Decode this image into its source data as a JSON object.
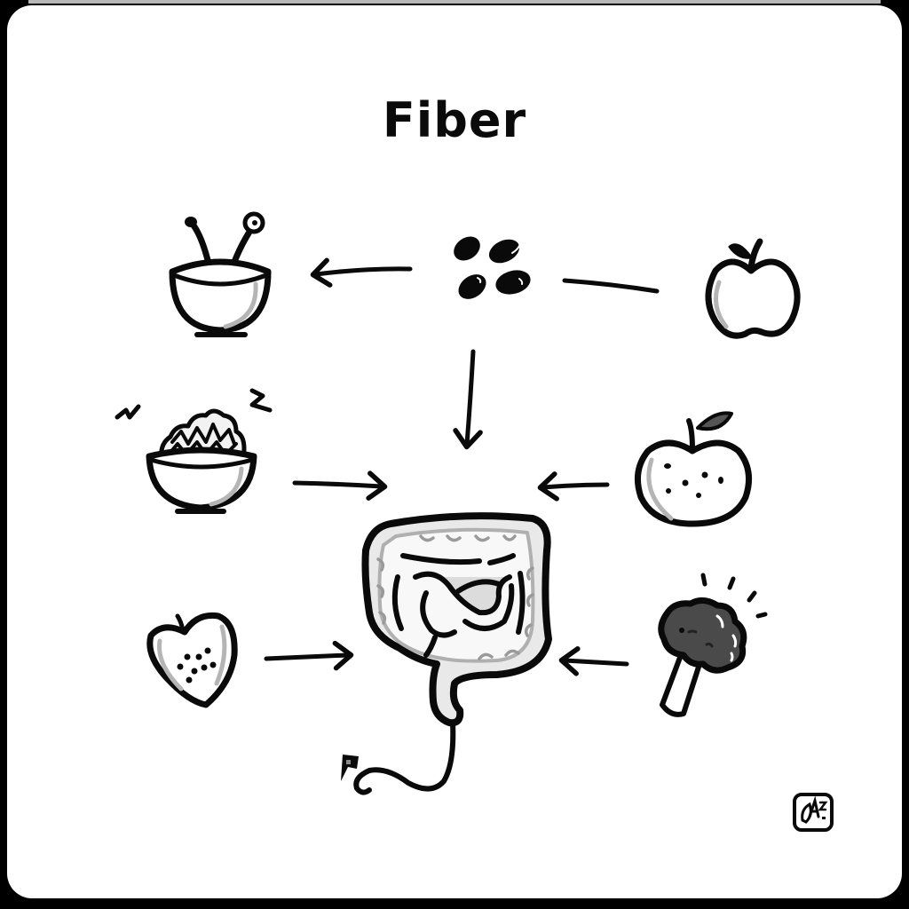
{
  "title": "Fiber",
  "colors": {
    "background": "#000000",
    "card": "#ffffff",
    "ink": "#0a0a0a",
    "shade": "#b5b5b5",
    "fill_light": "#ececec",
    "broccoli": "#4a4a4a"
  },
  "nodes": [
    {
      "id": "bowl-with-spoons",
      "label": "bowl with spoons",
      "icon": "bowl-spoon-icon",
      "position": "top-left"
    },
    {
      "id": "beans",
      "label": "beans / seeds",
      "icon": "beans-icon",
      "position": "top-center"
    },
    {
      "id": "apple",
      "label": "apple",
      "icon": "apple-icon",
      "position": "top-right"
    },
    {
      "id": "grain-bowl",
      "label": "bowl of grains",
      "icon": "grain-bowl-icon",
      "position": "middle-left"
    },
    {
      "id": "orange",
      "label": "orange / citrus fruit",
      "icon": "orange-icon",
      "position": "middle-right"
    },
    {
      "id": "strawberry",
      "label": "heart-shaped strawberry",
      "icon": "strawberry-icon",
      "position": "bottom-left"
    },
    {
      "id": "broccoli",
      "label": "broccoli",
      "icon": "broccoli-icon",
      "position": "bottom-right"
    },
    {
      "id": "intestines",
      "label": "digestive tract / intestines",
      "icon": "intestines-icon",
      "position": "center"
    }
  ],
  "edges": [
    {
      "from": "beans",
      "to": "bowl-with-spoons",
      "type": "arrow"
    },
    {
      "from": "apple",
      "to": "beans",
      "type": "line"
    },
    {
      "from": "beans",
      "to": "intestines",
      "type": "arrow"
    },
    {
      "from": "grain-bowl",
      "to": "intestines",
      "type": "arrow"
    },
    {
      "from": "orange",
      "to": "intestines",
      "type": "arrow"
    },
    {
      "from": "strawberry",
      "to": "intestines",
      "type": "arrow"
    },
    {
      "from": "broccoli",
      "to": "intestines",
      "type": "arrow"
    }
  ],
  "decorations": {
    "tail_flag": "small flag at end of tail",
    "logo": "logo-badge-icon"
  }
}
